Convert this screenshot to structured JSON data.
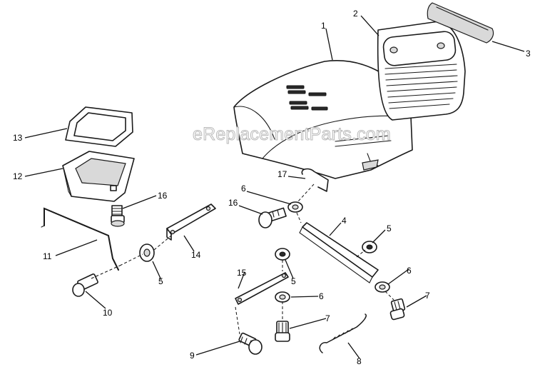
{
  "watermark": "eReplacementParts.com",
  "callouts": [
    "1",
    "2",
    "3",
    "13",
    "12",
    "16",
    "17",
    "6",
    "16",
    "4",
    "5",
    "11",
    "14",
    "5",
    "15",
    "5",
    "6",
    "5",
    "6",
    "7",
    "7",
    "10",
    "9",
    "8"
  ]
}
